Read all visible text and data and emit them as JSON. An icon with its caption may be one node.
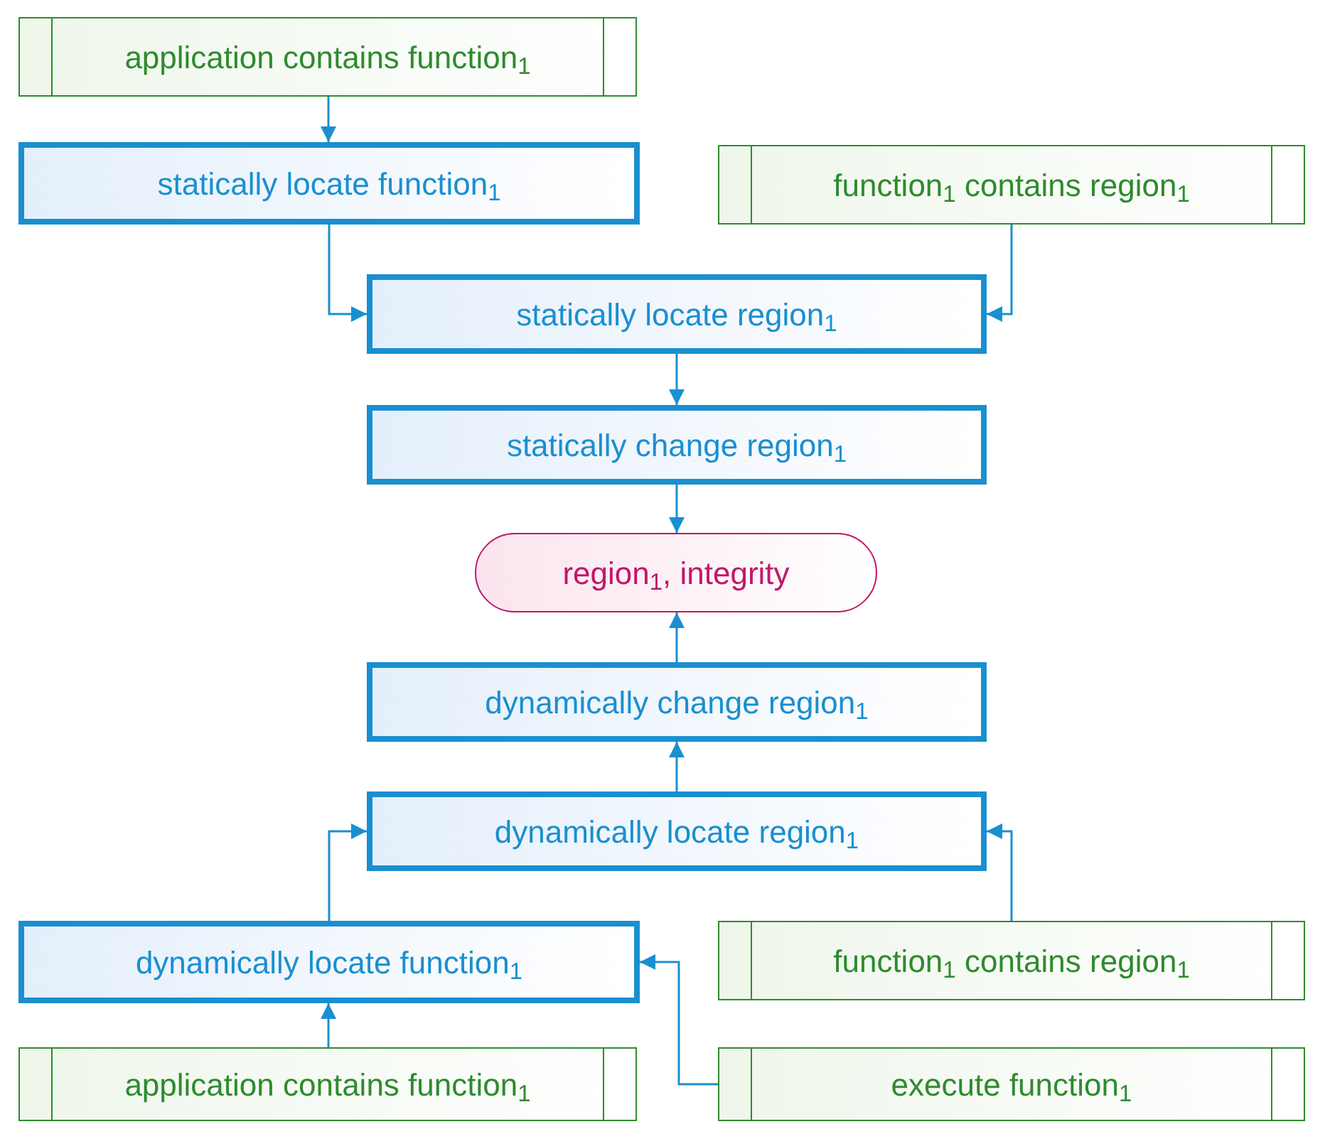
{
  "diagram": {
    "nodes": [
      {
        "text": [
          "application contains function$_{1}$"
        ]
      },
      {
        "text": [
          "statically locate function$_{1}$"
        ]
      },
      {
        "text": [
          "function$_{1}$ contains region$_{1}$"
        ]
      },
      {
        "text": [
          "statically locate region$_{1}$"
        ]
      },
      {
        "text": [
          "statically change region$_{1}$"
        ]
      },
      {
        "text": [
          "region$_{1}$, integrity"
        ]
      },
      {
        "text": [
          "dynamically change region$_{1}$"
        ]
      },
      {
        "text": [
          "dynamically locate region$_{1}$"
        ]
      },
      {
        "text": [
          "dynamically locate function$_{1}$"
        ]
      },
      {
        "text": [
          "function$_{1}$ contains region$_{1}$"
        ]
      },
      {
        "text": [
          "application contains function$_{1}$"
        ]
      },
      {
        "text": [
          "execute function$_{1}$"
        ]
      }
    ],
    "edges": [
      {
        "from": 0,
        "to": 1,
        "arrow": "to"
      },
      {
        "from": 1,
        "to": 3,
        "arrow": "to"
      },
      {
        "from": 2,
        "to": 3,
        "arrow": "to"
      },
      {
        "from": 3,
        "to": 4,
        "arrow": "to"
      },
      {
        "from": 4,
        "to": 5,
        "arrow": "to"
      },
      {
        "from": 6,
        "to": 5,
        "arrow": "to"
      },
      {
        "from": 7,
        "to": 6,
        "arrow": "to"
      },
      {
        "from": 8,
        "to": 7,
        "arrow": "to"
      },
      {
        "from": 9,
        "to": 7,
        "arrow": "to"
      },
      {
        "from": 10,
        "to": 8,
        "arrow": "to"
      },
      {
        "from": 11,
        "to": 8,
        "arrow": "to"
      }
    ]
  }
}
